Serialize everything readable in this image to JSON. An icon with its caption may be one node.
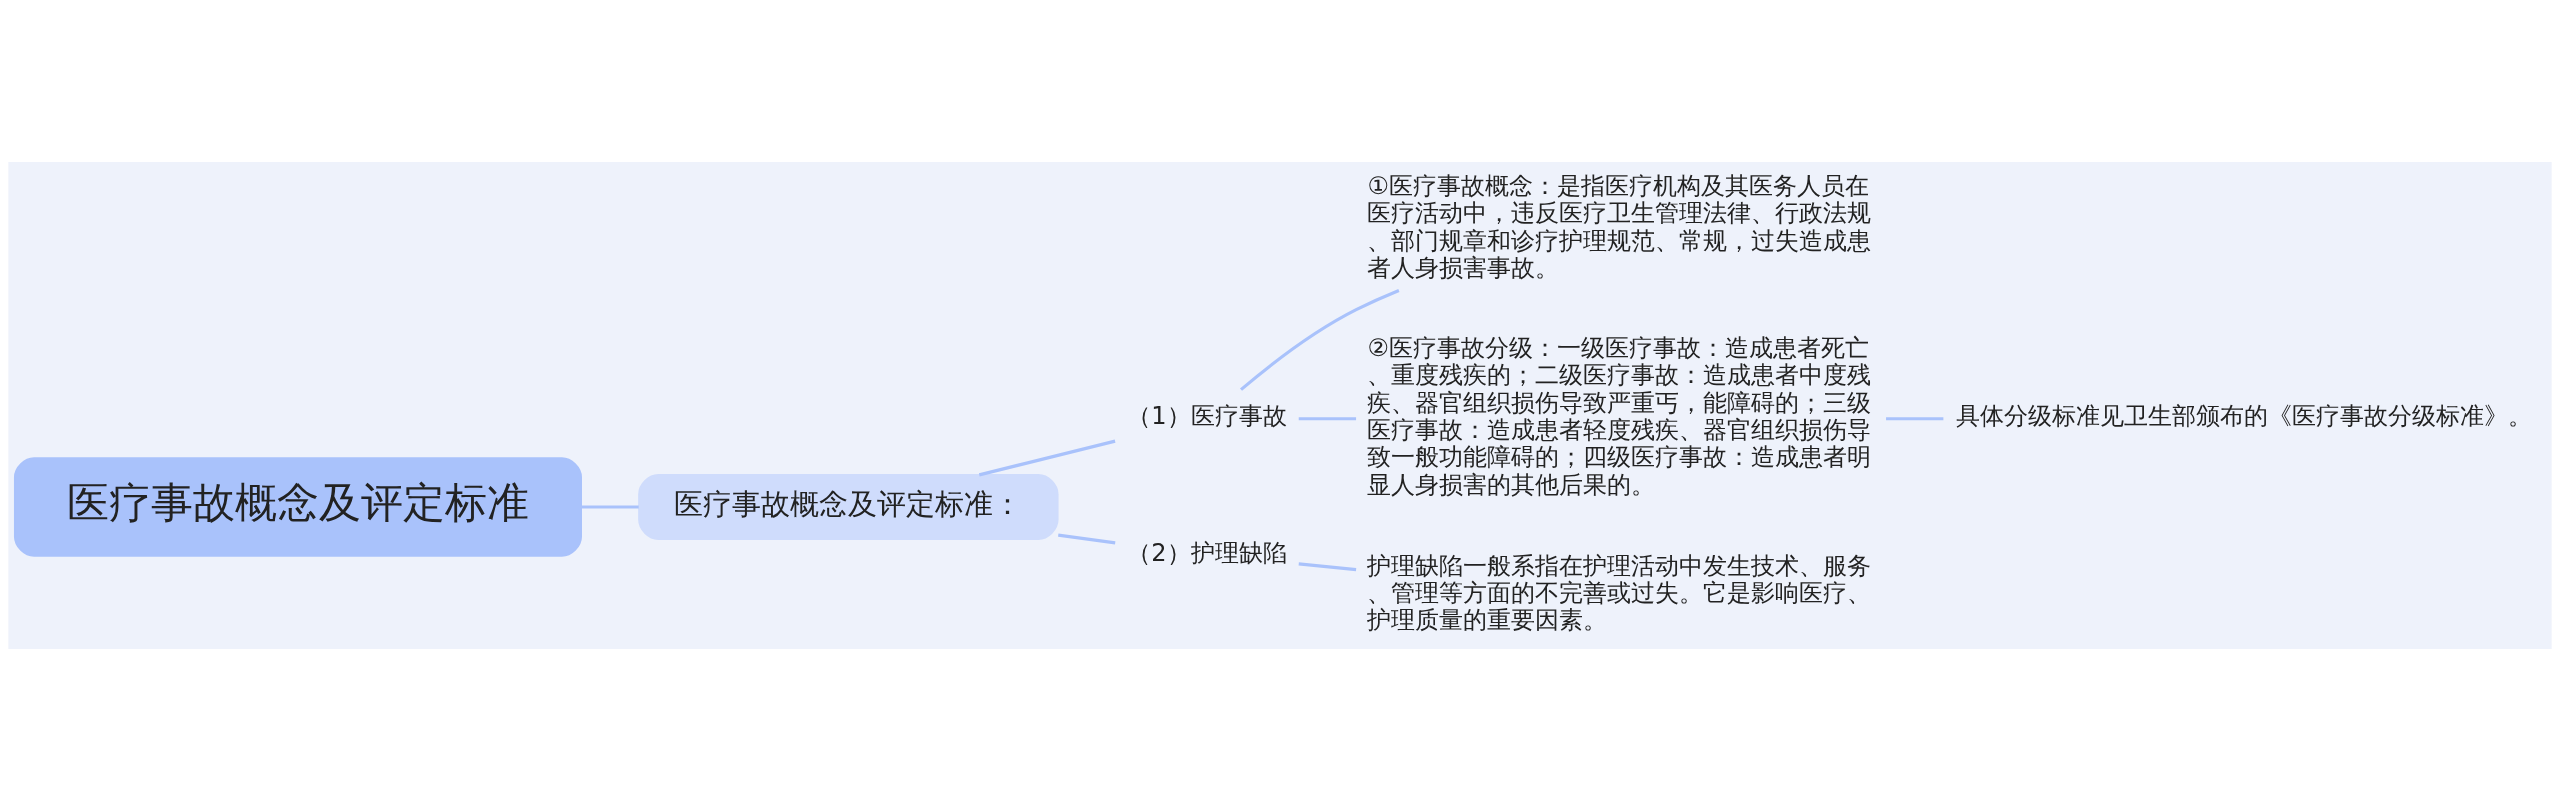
{
  "diagram": {
    "nodes": [
      {
        "text": [
          "医疗事故概念及评定标准"
        ]
      },
      {
        "text": [
          "医疗事故概念及评定标准："
        ]
      },
      {
        "text": [
          "（1）医疗事故"
        ]
      },
      {
        "text": [
          "①医疗事故概念：是指医疗机构及其医务人员在医疗活动中，违反医疗卫生管理法律、行政法规、部门规章和诊疗护理规范、常规，过失造成患者人身损害事故。"
        ]
      },
      {
        "text": [
          "②医疗事故分级：一级医疗事故：造成患者死亡、重度残疾的；二级医疗事故：造成患者中度残疾、器官组织损伤导致严重丐，能障碍的；三级医疗事故：造成患者轻度残疾、器官组织损伤导致一般功能障碍的；四级医疗事故：造成患者明显人身损害的其他后果的。"
        ]
      },
      {
        "text": [
          "具体分级标准见卫生部颁布的《医疗事故分级标准》。"
        ]
      },
      {
        "text": [
          "（2）护理缺陷"
        ]
      },
      {
        "text": [
          "护理缺陷一般系指在护理活动中发生技术、服务、管理等方面的不完善或过失。它是影响医疗、护理质量的重要因素。"
        ]
      }
    ],
    "edges": [
      {
        "from": 0,
        "to": 1,
        "arrow": "none"
      },
      {
        "from": 1,
        "to": 2,
        "arrow": "none"
      },
      {
        "from": 1,
        "to": 6,
        "arrow": "none"
      },
      {
        "from": 2,
        "to": 3,
        "arrow": "none"
      },
      {
        "from": 2,
        "to": 4,
        "arrow": "none"
      },
      {
        "from": 4,
        "to": 5,
        "arrow": "none"
      },
      {
        "from": 6,
        "to": 7,
        "arrow": "none"
      }
    ]
  }
}
